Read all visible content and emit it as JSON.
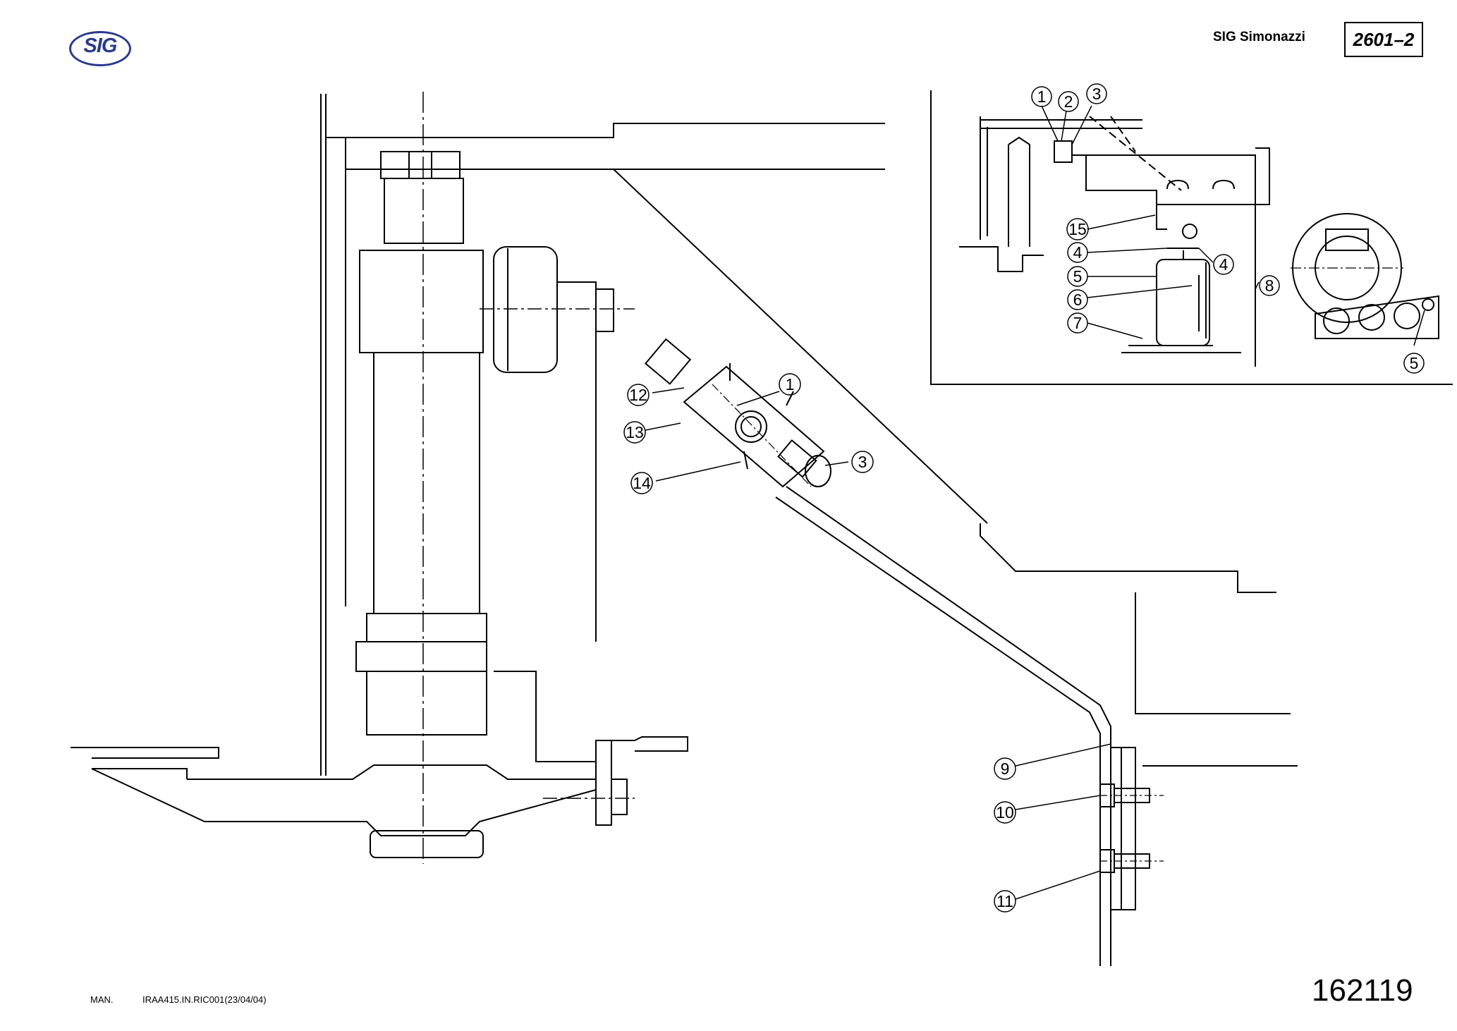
{
  "header": {
    "logo_text": "SIG",
    "company": "SIG Simonazzi",
    "document_number": "2601–2"
  },
  "footer": {
    "man_label": "MAN.",
    "document_code": "IRAA415.IN.RIC001(23/04/04)",
    "page_number": "162119"
  },
  "main_callouts": [
    "1",
    "3",
    "9",
    "10",
    "11",
    "12",
    "13",
    "14"
  ],
  "inset_callouts": [
    "1",
    "2",
    "3",
    "15",
    "4",
    "4",
    "5",
    "6",
    "7",
    "8",
    "5"
  ]
}
